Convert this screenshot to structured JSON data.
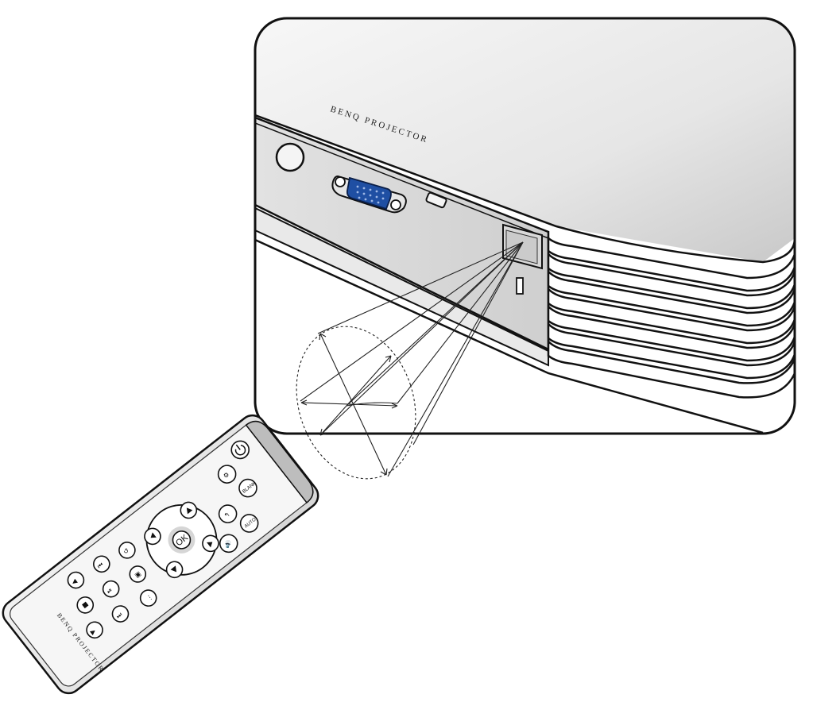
{
  "projector": {
    "brand_text": "BENQ PROJECTOR"
  },
  "remote": {
    "brand_text": "BENQ PROJECTOR",
    "buttons": {
      "blank": "BLANK",
      "auto": "AUTO",
      "ok": "OK"
    }
  },
  "colors": {
    "vga_port": "#1f4fa3",
    "body_light": "#f4f4f4",
    "body_shade": "#cfcfcf",
    "outline": "#111111"
  }
}
